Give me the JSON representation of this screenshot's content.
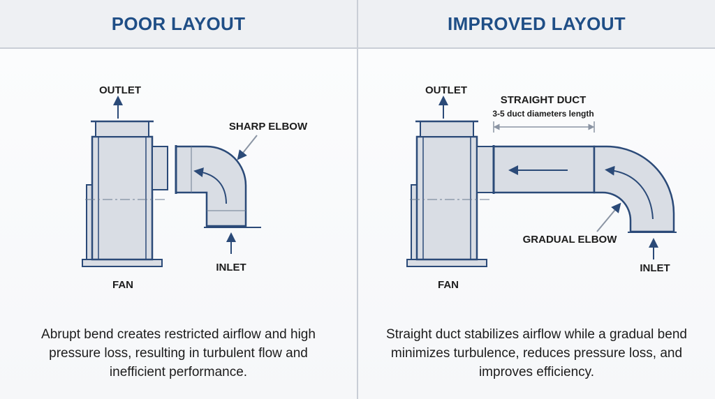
{
  "left_panel": {
    "title": "POOR LAYOUT",
    "outlet_label": "OUTLET",
    "elbow_label": "SHARP ELBOW",
    "inlet_label": "INLET",
    "fan_label": "FAN",
    "caption": "Abrupt bend creates restricted airflow and high pressure loss, resulting in turbulent flow and inefficient performance."
  },
  "right_panel": {
    "title": "IMPROVED LAYOUT",
    "outlet_label": "OUTLET",
    "duct_label": "STRAIGHT DUCT",
    "duct_sublabel": "3-5 duct diameters length",
    "elbow_label": "GRADUAL ELBOW",
    "inlet_label": "INLET",
    "fan_label": "FAN",
    "caption": "Straight duct stabilizes airflow while a gradual bend minimizes turbulence, reduces pressure loss, and improves efficiency."
  },
  "colors": {
    "title": "#1f4e86",
    "line": "#2b4a78",
    "fill": "#d9dde4",
    "header_bg": "#eef0f3"
  }
}
